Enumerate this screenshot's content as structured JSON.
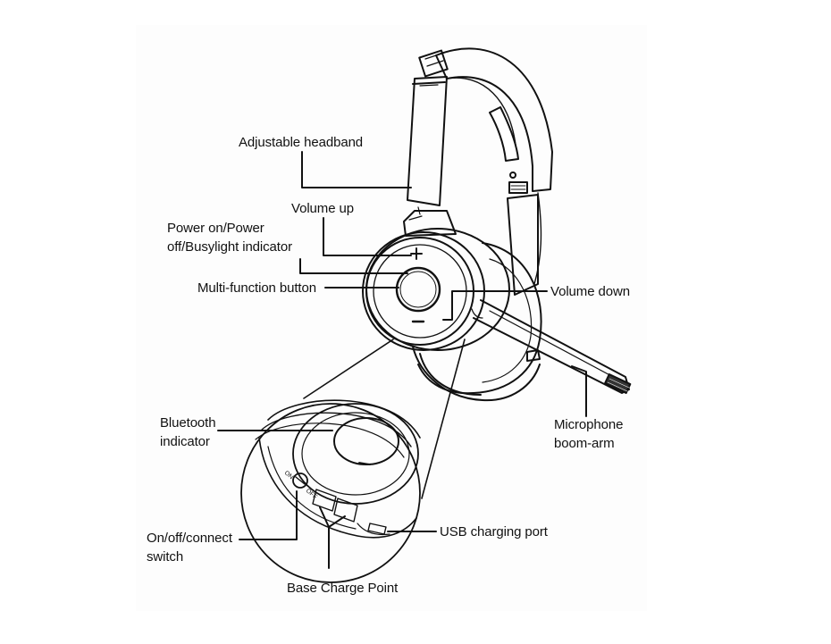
{
  "diagram": {
    "labels": {
      "adjustable_headband": "Adjustable headband",
      "volume_up": "Volume up",
      "power_line1": "Power on/Power",
      "power_line2": "off/Busylight indicator",
      "multi_function_button": "Multi-function button",
      "volume_down": "Volume down",
      "microphone_line1": "Microphone",
      "microphone_line2": "boom-arm",
      "bluetooth_line1": "Bluetooth",
      "bluetooth_line2": "indicator",
      "onoff_line1": "On/off/connect",
      "onoff_line2": "switch",
      "usb_charging_port": "USB charging port",
      "base_charge_point": "Base Charge Point"
    },
    "switch_marks": {
      "on": "ON",
      "off": "OFF"
    },
    "colors": {
      "line": "#111111",
      "background": "#ffffff",
      "mesh": "#333333"
    }
  }
}
